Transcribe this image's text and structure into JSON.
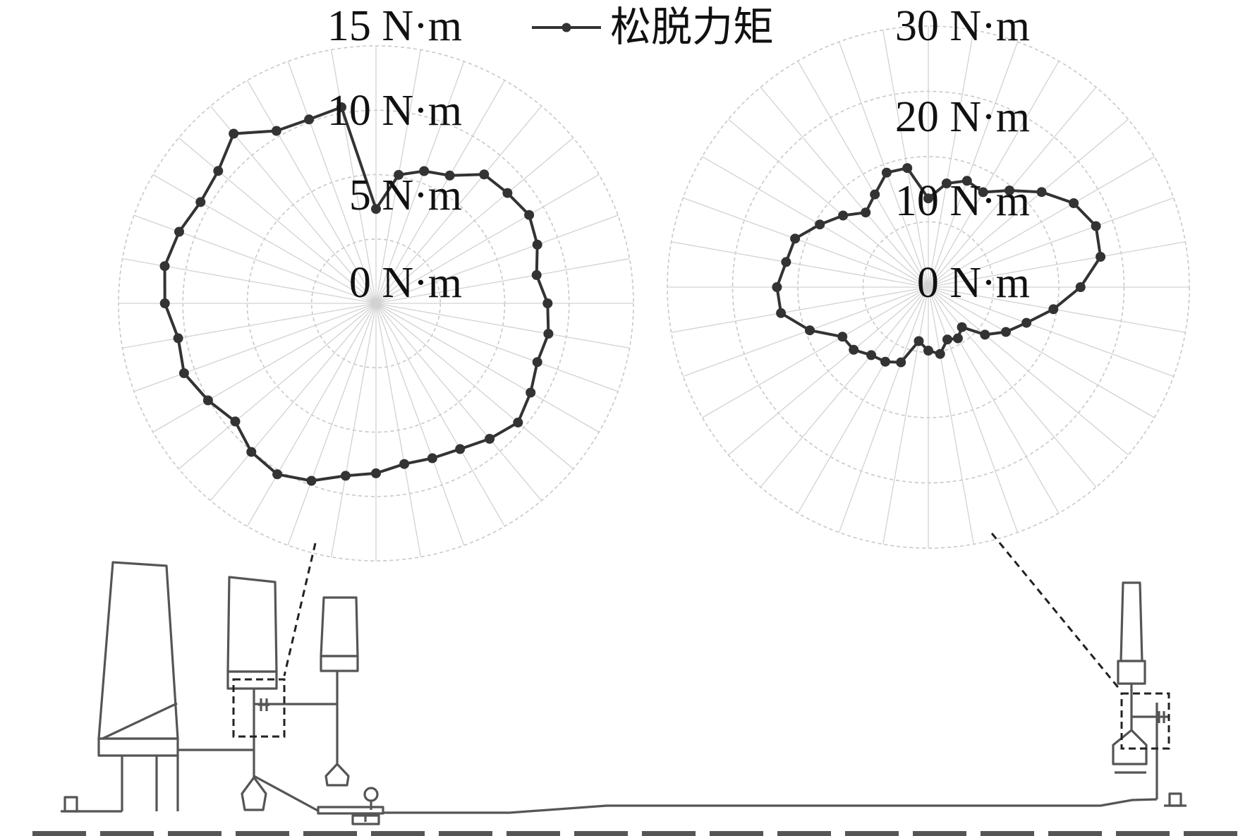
{
  "chart_data": [
    {
      "type": "radar",
      "series_name": "松脱力矩",
      "radial_unit": "N·m",
      "radial_ticks": [
        "15 N·m",
        "10 N·m",
        "5 N·m",
        "0 N·m"
      ],
      "rlim": [
        0,
        15
      ],
      "grid": true,
      "angular_divisions": 36,
      "values": [
        5.5,
        7.6,
        8.2,
        8.6,
        9.8,
        10.0,
        10.3,
        10.0,
        9.5,
        10.0,
        10.2,
        10.0,
        10.4,
        10.8,
        10.3,
        9.8,
        9.6,
        9.5,
        9.9,
        10.2,
        11.0,
        11.5,
        11.3,
        10.7,
        11.3,
        11.9,
        11.7,
        12.3,
        12.5,
        12.2,
        11.8,
        12.0,
        12.9,
        11.6,
        11.4,
        11.6
      ]
    },
    {
      "type": "radar",
      "series_name": "松脱力矩",
      "radial_unit": "N·m",
      "radial_ticks": [
        "30 N·m",
        "20 N·m",
        "10 N·m",
        "0 N·m"
      ],
      "rlim": [
        0,
        30
      ],
      "grid": true,
      "angular_divisions": 36,
      "values": [
        10.2,
        12.1,
        13.0,
        12.6,
        14.5,
        17.0,
        19.3,
        20.5,
        20.1,
        17.5,
        14.6,
        12.0,
        10.3,
        8.5,
        6.0,
        6.8,
        6.4,
        7.8,
        7.3,
        6.3,
        9.2,
        9.9,
        10.2,
        11.2,
        11.4,
        14.5,
        17.2,
        17.4,
        16.6,
        16.3,
        14.4,
        12.8,
        11.2,
        12.3,
        14.0,
        13.9
      ]
    }
  ],
  "legend": {
    "series_label": "松脱力矩",
    "placement": "top-center"
  },
  "diagram": {
    "description_visible": false
  }
}
